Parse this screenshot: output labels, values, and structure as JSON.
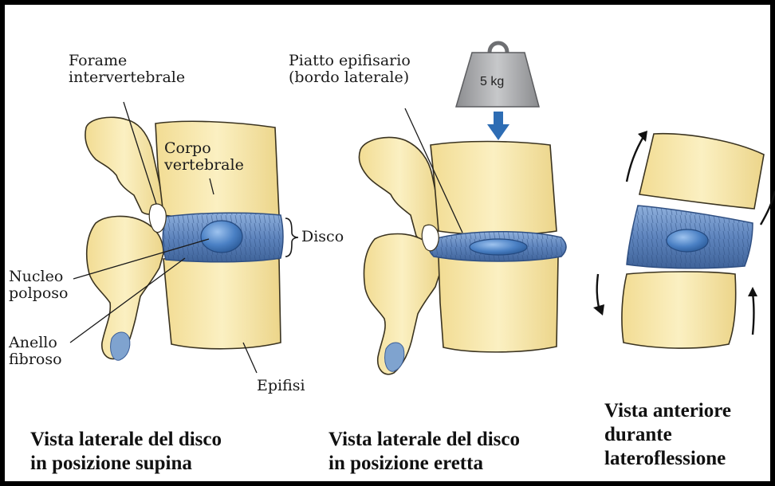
{
  "labels": {
    "forame": [
      "Forame",
      "intervertebrale"
    ],
    "corpo": [
      "Corpo",
      "vertebrale"
    ],
    "disco": "Disco",
    "nucleo": [
      "Nucleo",
      "polposo"
    ],
    "anello": [
      "Anello",
      "fibroso"
    ],
    "epifisi": "Epifisi",
    "piatto": [
      "Piatto epifisario",
      "(bordo laterale)"
    ],
    "weight": "5 kg"
  },
  "captions": {
    "supine": [
      "Vista laterale del disco",
      "in posizione supina"
    ],
    "upright": [
      "Vista laterale del disco",
      "in posizione eretta"
    ],
    "anterior": [
      "Vista anteriore",
      "durante",
      "lateroflessione"
    ]
  },
  "colors": {
    "frame": "#000000",
    "bone": "#f6e6a6",
    "bone_shade": "#e3cc7e",
    "bone_outline": "#3a3320",
    "disc": "#6b8fc4",
    "disc_dark": "#3c5f98",
    "nucleus": "#4f86c9",
    "weight": "#a8a9ab",
    "arrow": "#2e6db4"
  }
}
